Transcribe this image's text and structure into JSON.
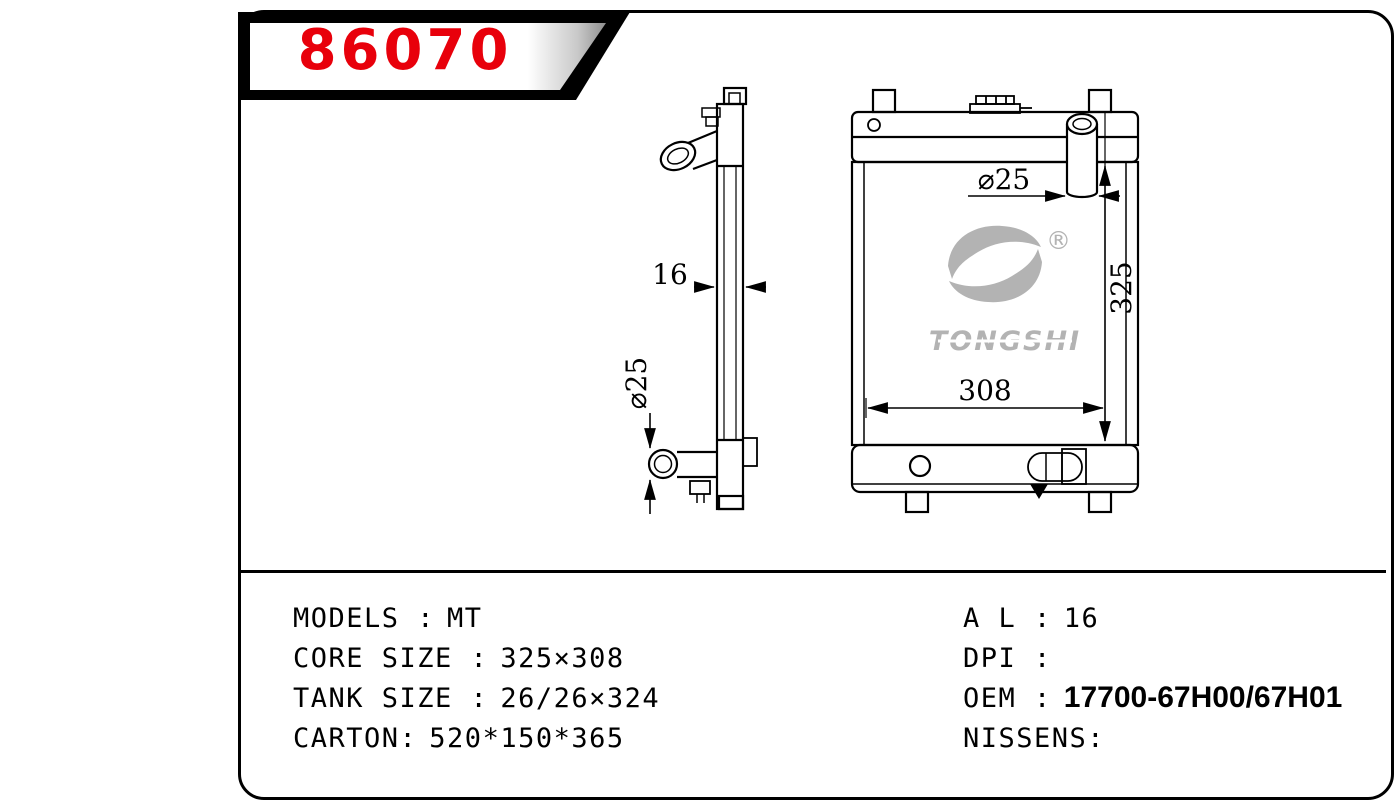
{
  "part_number": "86070",
  "brand": {
    "logo_text": "TONGSHI",
    "registered": "®"
  },
  "drawing": {
    "side_view": {
      "thickness_dim": "16",
      "pipe_dia_dim": "⌀25"
    },
    "front_view": {
      "pipe_dia_dim": "⌀25",
      "height_dim": "325",
      "width_dim": "308"
    }
  },
  "specs": {
    "left": [
      {
        "label": "MODELS :",
        "value": "MT"
      },
      {
        "label": "CORE SIZE :",
        "value": "325×308"
      },
      {
        "label": "TANK SIZE :",
        "value": "26/26×324"
      },
      {
        "label": "CARTON:",
        "value": "520*150*365"
      }
    ],
    "right": [
      {
        "label": "A L :",
        "value": "16"
      },
      {
        "label": "DPI :",
        "value": ""
      },
      {
        "label": "OEM :",
        "value": "17700-67H00/67H01"
      },
      {
        "label": "NISSENS:",
        "value": ""
      }
    ]
  }
}
